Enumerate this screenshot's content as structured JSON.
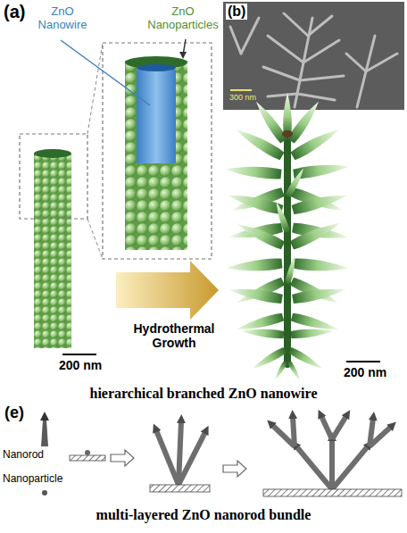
{
  "diagram": {
    "labels": [
      "(a)",
      "ZnO Nanowire",
      "ZnO Nanoparticles",
      "(b)",
      "300 nm",
      "200 nm",
      "Hydrothermal Growth",
      "200 nm",
      "hierarchical branched ZnO nanowire",
      "(e)",
      "Nanorod",
      "Nanoparticle",
      "multi-layered ZnO nanorod bundle"
    ]
  }
}
